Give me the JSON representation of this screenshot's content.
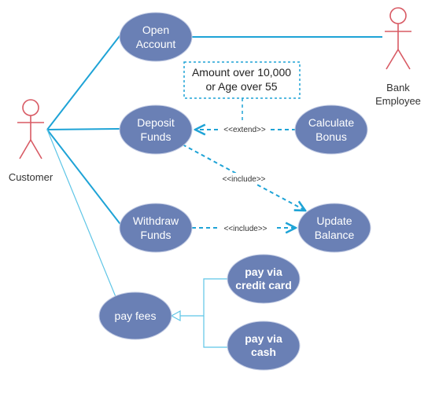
{
  "actors": {
    "customer": "Customer",
    "bank_employee": [
      "Bank",
      "Employee"
    ]
  },
  "use_cases": {
    "open_account": [
      "Open",
      "Account"
    ],
    "deposit_funds": [
      "Deposit",
      "Funds"
    ],
    "withdraw_funds": [
      "Withdraw",
      "Funds"
    ],
    "calculate_bonus": [
      "Calculate",
      "Bonus"
    ],
    "update_balance": [
      "Update",
      "Balance"
    ],
    "pay_fees": "pay fees",
    "pay_credit_card": [
      "pay via",
      "credit card"
    ],
    "pay_cash": [
      "pay via",
      "cash"
    ]
  },
  "relations": {
    "extend": "<<extend>>",
    "include_deposit": "<<include>>",
    "include_withdraw": "<<include>>"
  },
  "note": [
    "Amount over 10,000",
    "or Age over 55"
  ],
  "colors": {
    "usecase_fill": "#6a80b5",
    "usecase_stroke": "#c2cbe3",
    "association": "#1ea3d6",
    "association_light": "#5ec5e6",
    "dashed": "#1ea3d6",
    "actor_stroke": "#d85a64"
  }
}
